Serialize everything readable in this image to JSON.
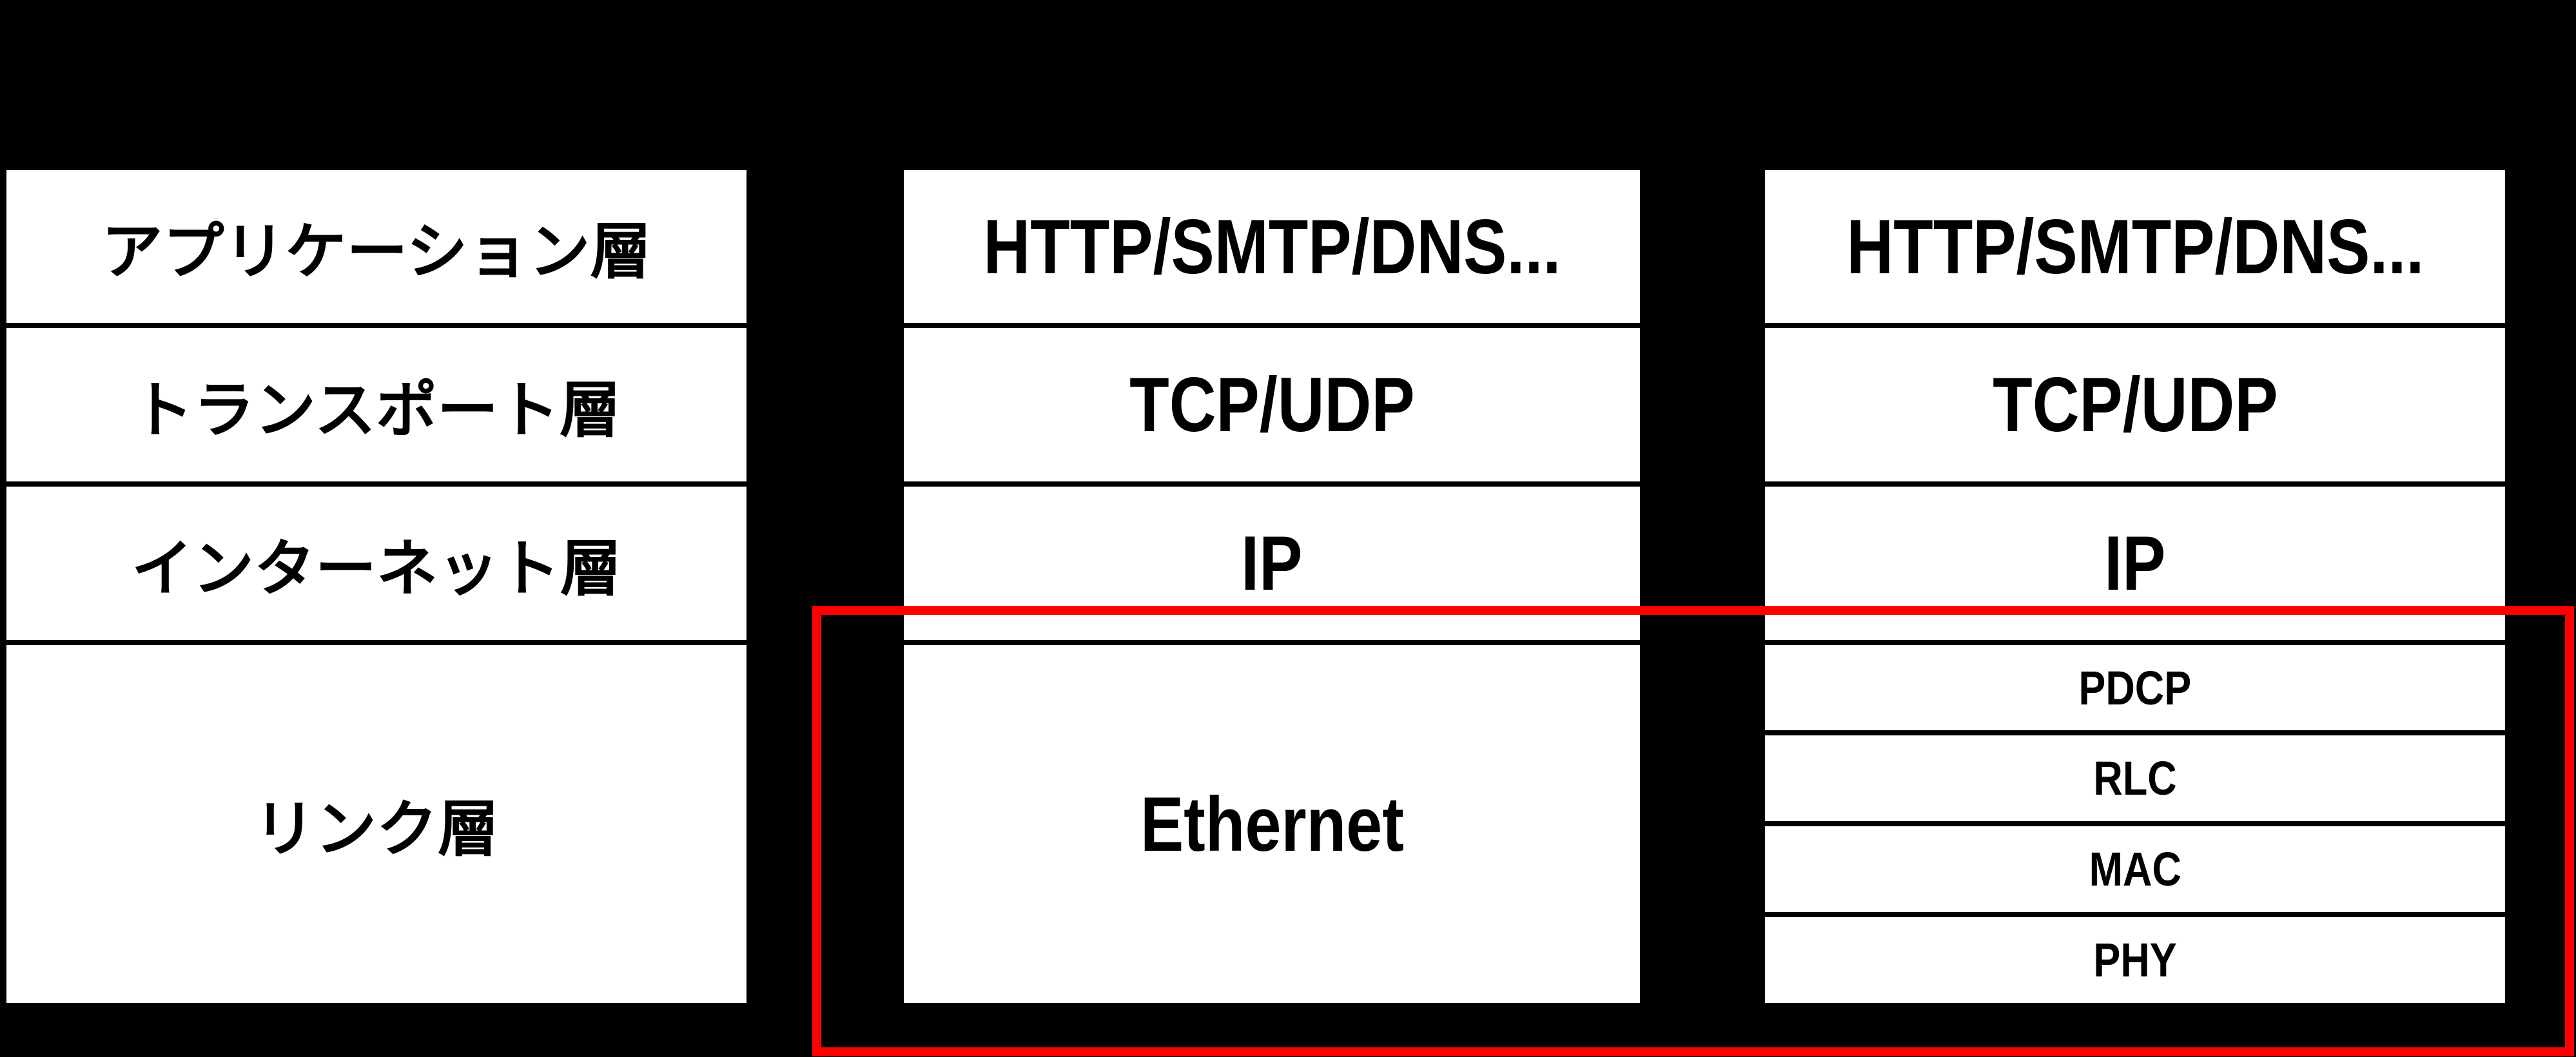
{
  "colors": {
    "background": "#000000",
    "box_fill": "#FFFFFF",
    "line": "#000000",
    "highlight": "#FF0000"
  },
  "columns": [
    {
      "name": "tcpip-model-japanese",
      "rows": [
        "アプリケーション層",
        "トランスポート層",
        "インターネット層",
        "リンク層"
      ]
    },
    {
      "name": "wired-protocol-stack",
      "rows": [
        "HTTP/SMTP/DNS...",
        "TCP/UDP",
        "IP",
        "Ethernet"
      ]
    },
    {
      "name": "mobile-protocol-stack",
      "rows": [
        "HTTP/SMTP/DNS...",
        "TCP/UDP",
        "IP"
      ],
      "link_sub_rows": [
        "PDCP",
        "RLC",
        "MAC",
        "PHY"
      ]
    }
  ]
}
